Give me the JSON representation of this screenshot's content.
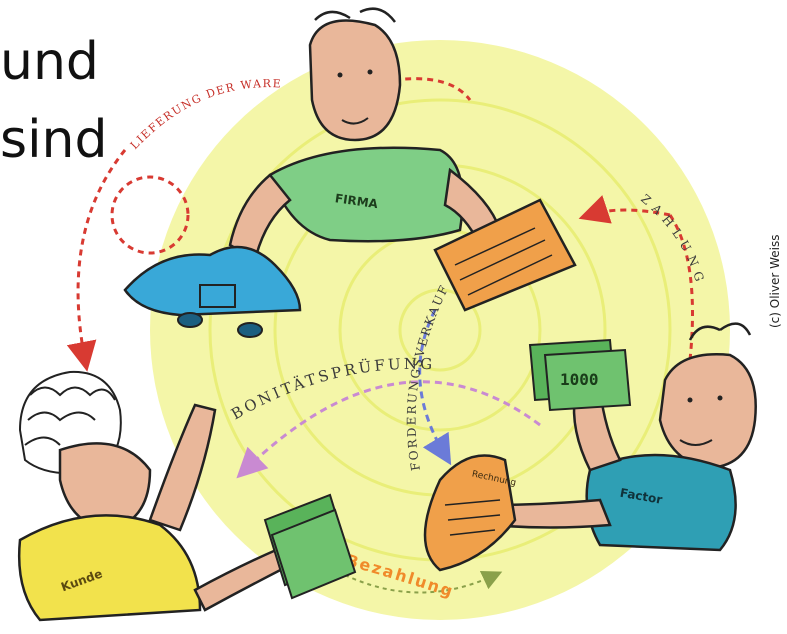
{
  "page": {
    "heading_lines": [
      "und",
      "sind"
    ],
    "credit": "(c) Oliver Weiss"
  },
  "figure": {
    "arrow_labels": {
      "delivery": "LIEFERUNG DER WARE",
      "payment_top": "ZAHLUNG",
      "credit_check": "BONITÄTSPRÜFUNG",
      "receivables": "FORDERUNGSVERKAUF",
      "settlement": "Bezahlung"
    },
    "shirt_labels": {
      "firm": "FIRMA",
      "buyer": "Kunde",
      "factor": "Factor"
    },
    "banknote": "1000",
    "invoice": "Rechnung",
    "signature": "Oliver Weiss"
  },
  "colors": {
    "sun": "#f4f6a8",
    "sun_ring": "#e9ee78",
    "firm_shirt": "#7fce86",
    "buyer_shirt": "#f2e24c",
    "factor_shirt": "#2f9fb4",
    "car": "#39a8d8",
    "skin": "#e9b79a",
    "red_arrow": "#d83a32",
    "purple_arrow": "#c98ad2",
    "blue_arrow": "#6b7bd8",
    "orange_text": "#f08a2a"
  }
}
